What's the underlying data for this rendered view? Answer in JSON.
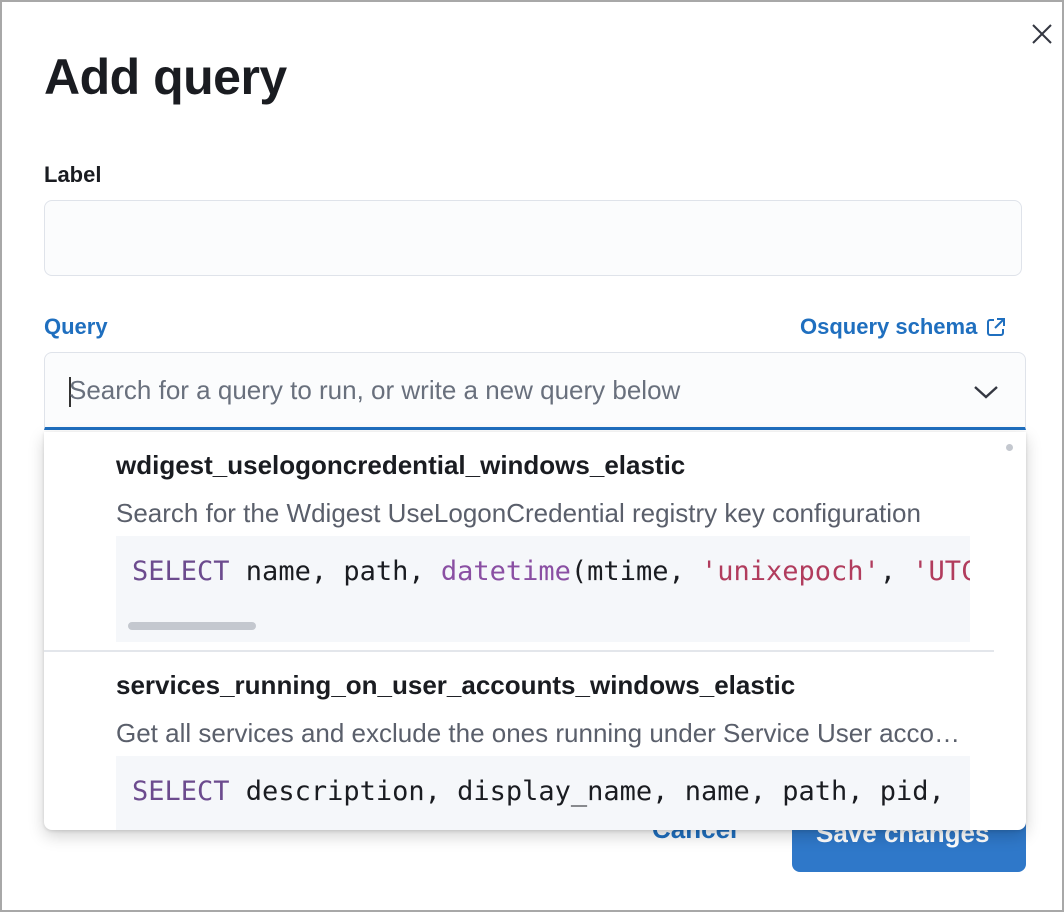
{
  "modal": {
    "title": "Add query",
    "close_icon": "close-icon"
  },
  "label_field": {
    "label": "Label",
    "value": ""
  },
  "query_field": {
    "label": "Query",
    "schema_link": "Osquery schema",
    "placeholder": "Search for a query to run, or write a new query below"
  },
  "options": [
    {
      "name": "wdigest_uselogoncredential_windows_elastic",
      "description": "Search for the Wdigest UseLogonCredential registry key configuration",
      "code": {
        "kw": "SELECT",
        "t1": " name, path, ",
        "fn": "datetime",
        "t2": "(mtime, ",
        "s1": "'unixepoch'",
        "t3": ", ",
        "s2": "'UTC'"
      }
    },
    {
      "name": "services_running_on_user_accounts_windows_elastic",
      "description": "Get all services and exclude the ones running under Service User accounts",
      "code": {
        "kw": "SELECT",
        "t1": " description, display_name, name, path, pid,"
      }
    }
  ],
  "footer": {
    "cancel": "Cancel",
    "save": "Save changes"
  },
  "colors": {
    "accent": "#1f6fbf",
    "primary_button": "#2f78c9"
  }
}
